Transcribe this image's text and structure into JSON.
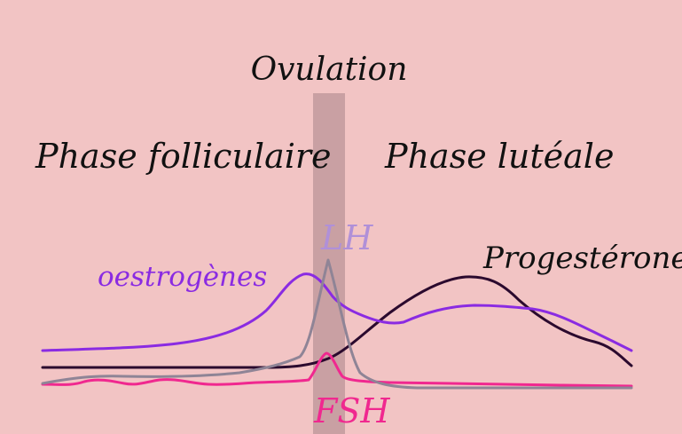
{
  "labels": {
    "ovulation": "Ovulation",
    "follicular_phase": "Phase folliculaire",
    "luteal_phase": "Phase lutéale",
    "lh": "LH",
    "progesterone": "Progestérone",
    "estrogens": "oestrogènes",
    "fsh": "FSH"
  },
  "colors": {
    "background": "#f2c4c4",
    "ovulation_band": "#c9a0a3",
    "estrogens": "#8a2be2",
    "progesterone": "#2b0a2e",
    "lh": "#8f8496",
    "fsh": "#f0288f",
    "text_dark": "#111111"
  }
}
